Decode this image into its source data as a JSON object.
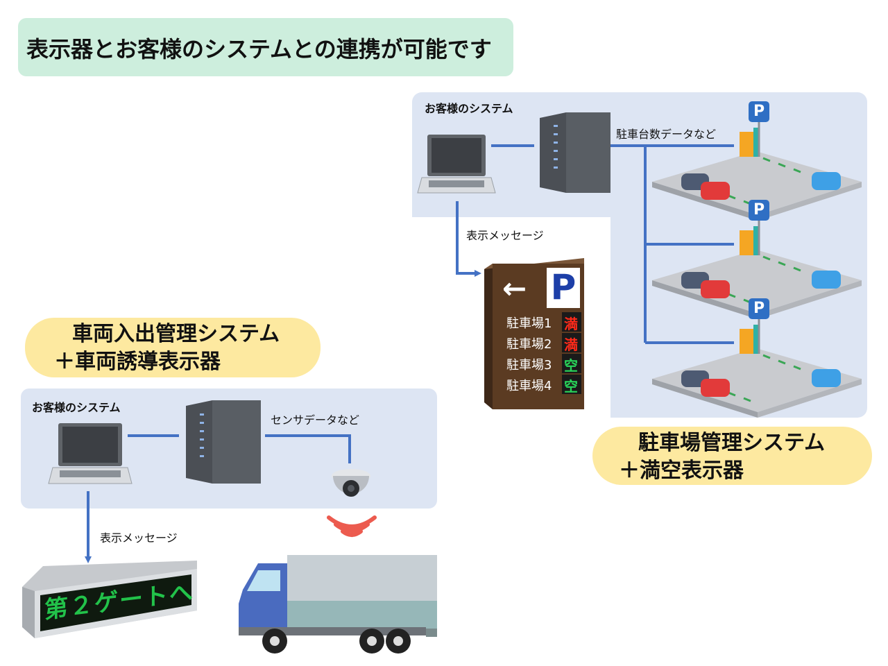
{
  "title": "表示器とお客様のシステムとの連携が可能です",
  "parking_system": {
    "customer_system_label": "お客様のシステム",
    "data_label": "駐車台数データなど",
    "message_label": "表示メッセージ",
    "caption_line1": "駐車場管理システム",
    "caption_line2": "＋満空表示器",
    "sign": {
      "arrow": "←",
      "p_symbol": "P",
      "rows": [
        {
          "name": "駐車場1",
          "status": "満",
          "color": "#ff2a1a"
        },
        {
          "name": "駐車場2",
          "status": "満",
          "color": "#ff2a1a"
        },
        {
          "name": "駐車場3",
          "status": "空",
          "color": "#29d65a"
        },
        {
          "name": "駐車場4",
          "status": "空",
          "color": "#29d65a"
        }
      ]
    },
    "lot_sign_letter": "P"
  },
  "vehicle_system": {
    "customer_system_label": "お客様のシステム",
    "data_label": "センサデータなど",
    "message_label": "表示メッセージ",
    "caption_line1": "車両入出管理システム",
    "caption_line2": "＋車両誘導表示器",
    "display_text": "第２ゲートへ"
  },
  "colors": {
    "connector": "#4472c4",
    "panel": "#dde5f3",
    "title_bg": "#cdeedd",
    "caption_bg": "#fde9a0",
    "sign_body": "#5b3b22",
    "led_green": "#22c24a"
  }
}
